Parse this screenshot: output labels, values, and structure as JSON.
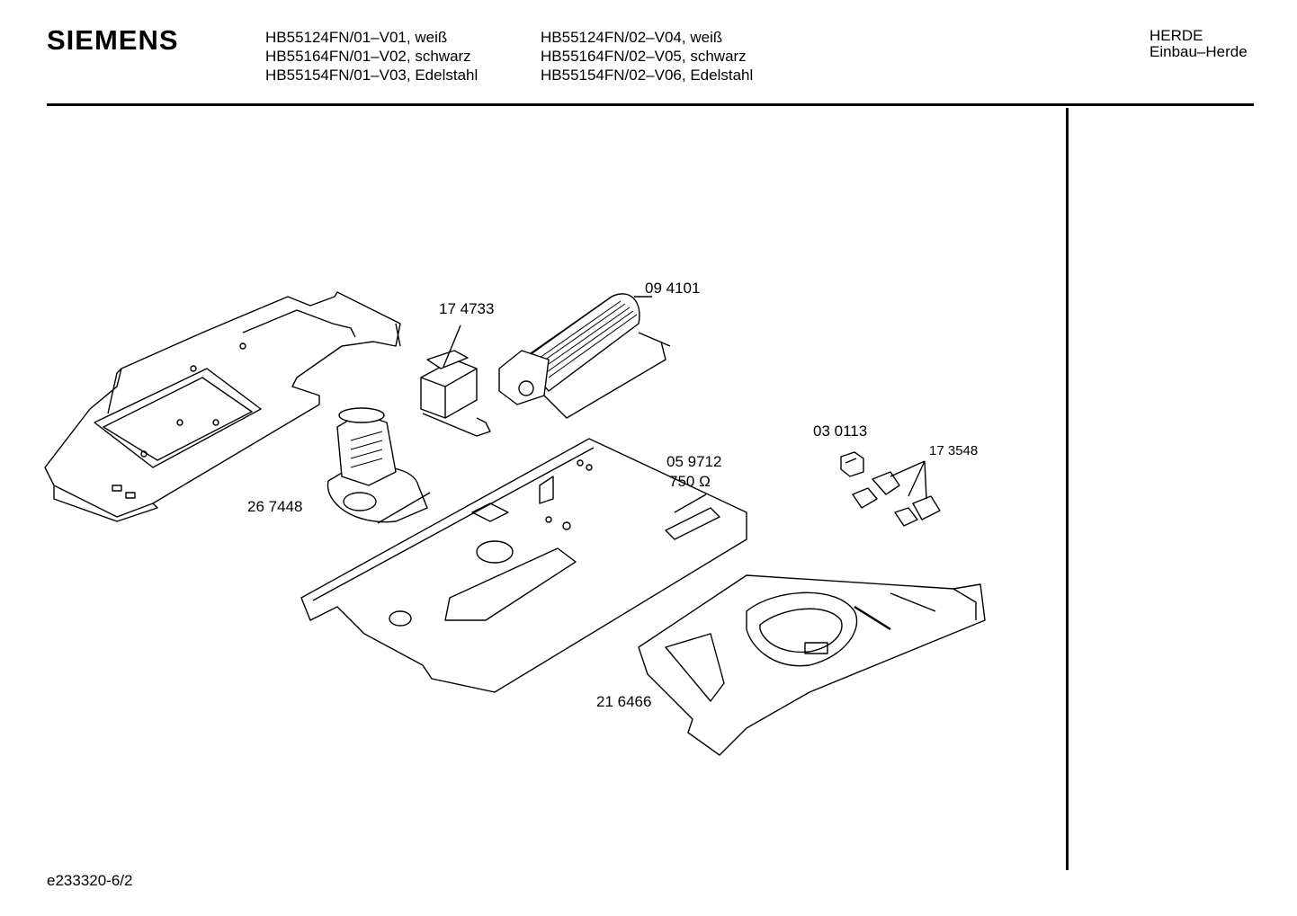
{
  "header": {
    "brand": "SIEMENS",
    "models_col1": [
      "HB55124FN/01–V01, weiß",
      "HB55164FN/01–V02, schwarz",
      "HB55154FN/01–V03, Edelstahl"
    ],
    "models_col2": [
      "HB55124FN/02–V04, weiß",
      "HB55164FN/02–V05, schwarz",
      "HB55154FN/02–V06, Edelstahl"
    ],
    "category_line1": "HERDE",
    "category_line2": "Einbau–Herde"
  },
  "parts": {
    "p174733": "17 4733",
    "p094101": "09 4101",
    "p267448": "26 7448",
    "p059712": "05 9712",
    "p059712_value": "750 Ω",
    "p030113": "03  0113",
    "p173548": "17 3548",
    "p216466": "21 6466"
  },
  "footer": {
    "doc_id": "e233320-6/2"
  }
}
